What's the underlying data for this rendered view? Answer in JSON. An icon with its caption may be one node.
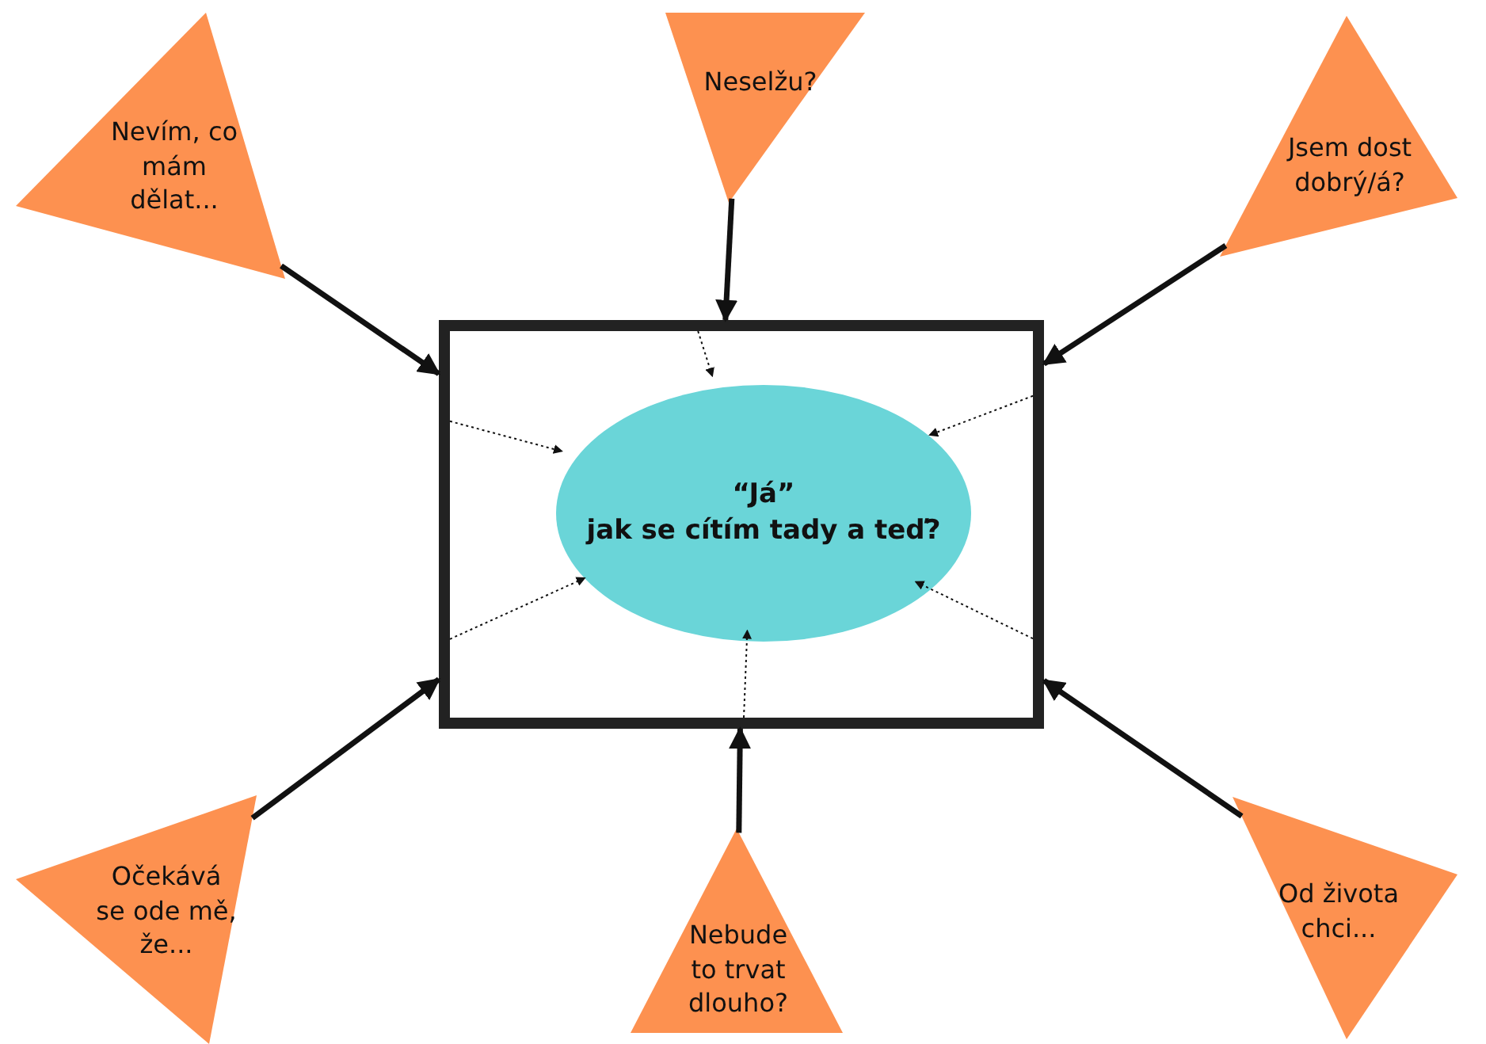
{
  "diagram": {
    "nodes": [
      {
        "text": [
          "Nevím, co mám dělat..."
        ]
      },
      {
        "text": [
          "Neselžu?"
        ]
      },
      {
        "text": [
          "Jsem dost dobrý/á?"
        ]
      },
      {
        "text": [],
        "shape": "box"
      },
      {
        "text": [
          "“Já”",
          "jak se cítím tady a teď?"
        ],
        "in": 3
      },
      {
        "text": [
          "Očekává se ode mě, že..."
        ]
      },
      {
        "text": [
          "Nebude to trvat dlouho?"
        ]
      },
      {
        "text": [
          "Od života chci..."
        ]
      }
    ],
    "edges": [
      {
        "from": 0,
        "to": 3,
        "arrow": "to",
        "style": "thick"
      },
      {
        "from": 1,
        "to": 3,
        "arrow": "to",
        "style": "thick"
      },
      {
        "from": 2,
        "to": 3,
        "arrow": "to",
        "style": "thick"
      },
      {
        "from": 5,
        "to": 3,
        "arrow": "to",
        "style": "thick"
      },
      {
        "from": 6,
        "to": 3,
        "arrow": "to",
        "style": "thick"
      },
      {
        "from": 7,
        "to": 3,
        "arrow": "to",
        "style": "thick"
      },
      {
        "from": 3,
        "to": 4,
        "arrow": "to",
        "style": "dashed"
      },
      {
        "from": 3,
        "to": 4,
        "arrow": "to",
        "style": "dashed"
      },
      {
        "from": 3,
        "to": 4,
        "arrow": "to",
        "style": "dashed"
      },
      {
        "from": 3,
        "to": 4,
        "arrow": "to",
        "style": "dashed"
      },
      {
        "from": 3,
        "to": 4,
        "arrow": "to",
        "style": "dashed"
      },
      {
        "from": 3,
        "to": 4,
        "arrow": "to",
        "style": "dashed"
      }
    ]
  }
}
